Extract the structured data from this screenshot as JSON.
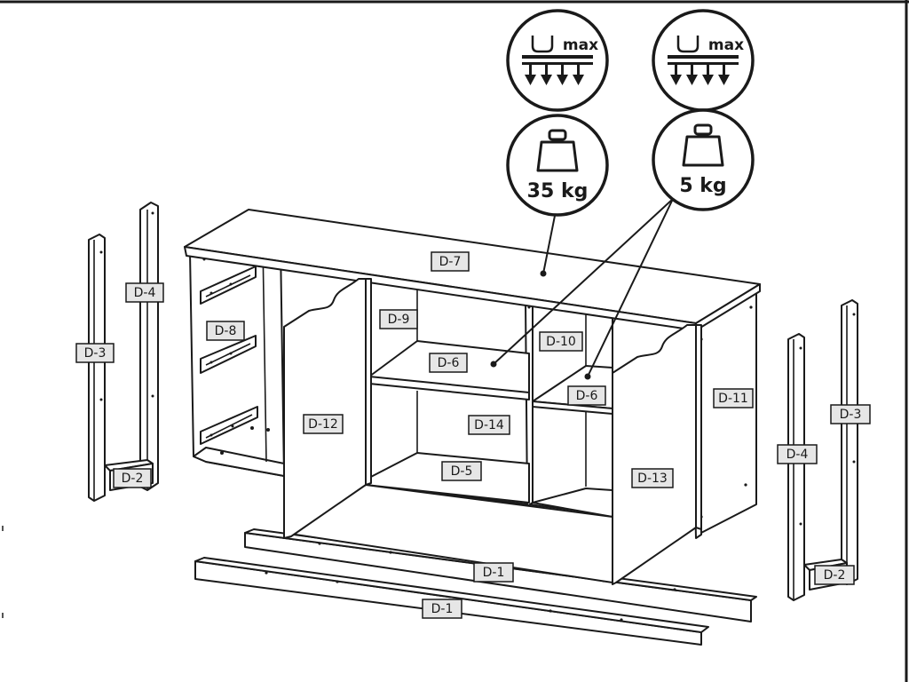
{
  "load_badges": [
    {
      "id": "top",
      "max_label": "max",
      "weight": "35 kg"
    },
    {
      "id": "shelf",
      "max_label": "max",
      "weight": "5 kg"
    }
  ],
  "part_labels": {
    "d1_front": "D-1",
    "d1_back": "D-1",
    "d2_left": "D-2",
    "d2_right": "D-2",
    "d3_left": "D-3",
    "d3_right": "D-3",
    "d4_left": "D-4",
    "d4_right": "D-4",
    "d5": "D-5",
    "d6_left": "D-6",
    "d6_right": "D-6",
    "d7": "D-7",
    "d8": "D-8",
    "d9": "D-9",
    "d10": "D-10",
    "d11": "D-11",
    "d12": "D-12",
    "d13": "D-13",
    "d14": "D-14"
  },
  "colors": {
    "line": "#1a1a1a",
    "label_fill": "#e6e6e6",
    "background": "#ffffff"
  }
}
